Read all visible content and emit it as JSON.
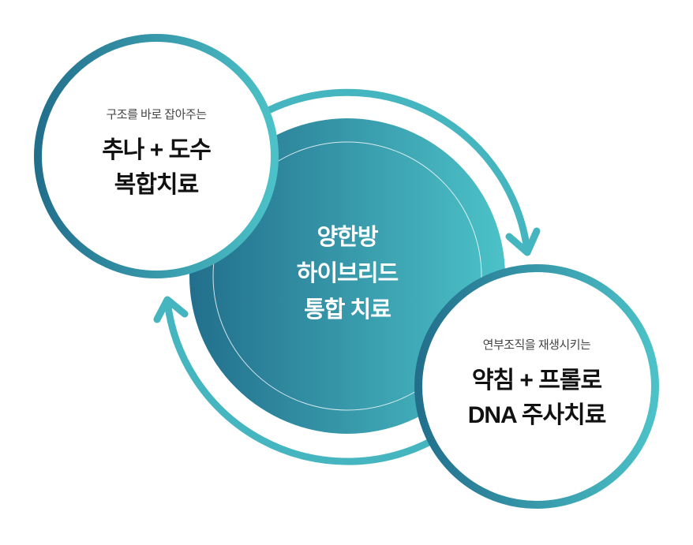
{
  "center": {
    "lines": [
      "양한방",
      "하이브리드",
      "통합 치료"
    ]
  },
  "left_node": {
    "subtitle": "구조를 바로 잡아주는",
    "lines": [
      "추나 + 도수",
      "복합치료"
    ]
  },
  "right_node": {
    "subtitle": "연부조직을 재생시키는",
    "lines": [
      "약침 + 프롤로",
      "DNA 주사치료"
    ]
  },
  "colors": {
    "dark": "#226f8c",
    "light": "#4cc2c8"
  }
}
